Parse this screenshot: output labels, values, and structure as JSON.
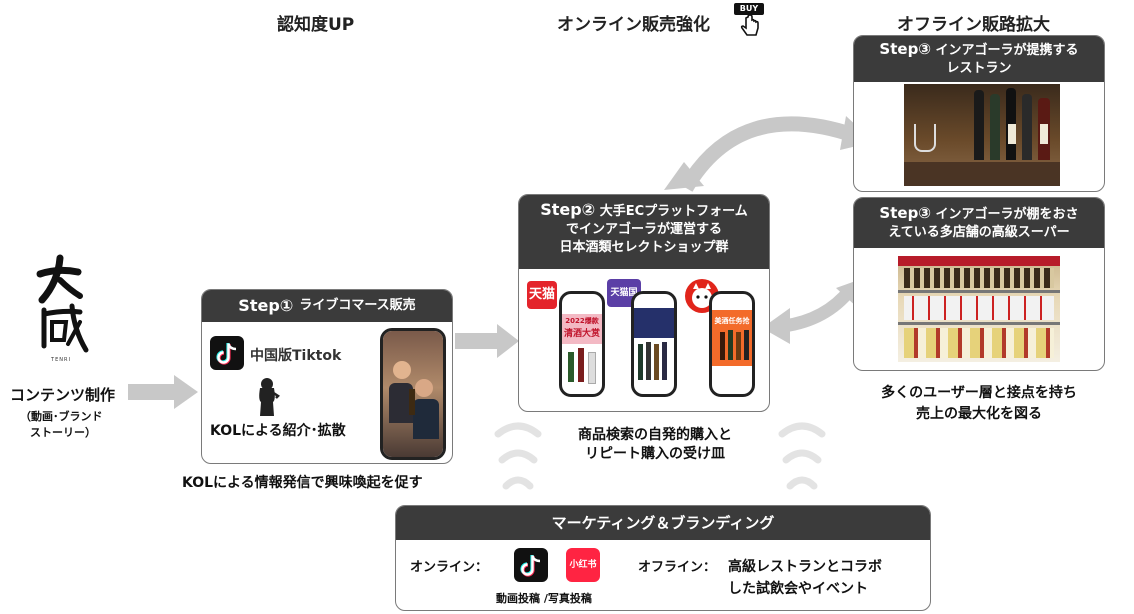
{
  "headings": {
    "awareness": "認知度UP",
    "online": "オンライン販売強化",
    "offline": "オフライン販路拡大",
    "buy_icon_text": "BUY"
  },
  "brand": {
    "logo_caption": "TENRI",
    "content_label": "コンテンツ制作",
    "content_sub_1": "（動画･ブランド",
    "content_sub_2": "ストーリー）"
  },
  "step1": {
    "title_step": "Step①",
    "title_text": "ライブコマース販売",
    "platform": "中国版Tiktok",
    "kol": "KOLによる紹介･拡散",
    "caption": "KOLによる情報発信で興味喚起を促す"
  },
  "step2": {
    "title_step": "Step②",
    "title_line1": "大手ECプラットフォーム",
    "title_line2": "でインアゴーラが運営する",
    "title_line3": "日本酒類セレクトショップ群",
    "badge_tmall": "天猫",
    "badge_tmall_global": "天猫国际",
    "phone1_banner_1": "2022爆款",
    "phone1_banner_2": "清酒大赏",
    "phone3_banner": "美酒任务抢",
    "caption_line1": "商品検索の自発的購入と",
    "caption_line2": "リピート購入の受け皿"
  },
  "step3a": {
    "title_step": "Step③",
    "title_line1": "インアゴーラが提携する",
    "title_line2": "レストラン"
  },
  "step3b": {
    "title_step": "Step③",
    "title_line1": "インアゴーラが棚をおさ",
    "title_line2": "えている多店舗の高級スーパー"
  },
  "offline_caption": {
    "line1": "多くのユーザー層と接点を持ち",
    "line2": "売上の最大化を図る"
  },
  "marketing": {
    "title": "マーケティング＆ブランディング",
    "online_label": "オンライン：",
    "redbook_label": "小红书",
    "posting_caption": "動画投稿 /写真投稿",
    "offline_label": "オフライン：",
    "offline_line1": "高級レストランとコラボ",
    "offline_line2": "した試飲会やイベント"
  },
  "colors": {
    "box_header": "#3b3b3b",
    "arrow_gray": "#c8c8c8",
    "tiktok_dark": "#111111",
    "tmall_red": "#e4242b",
    "tmall_global_purple": "#5b3fa6",
    "jd_red": "#e1251b",
    "redbook_red": "#ff2442"
  }
}
